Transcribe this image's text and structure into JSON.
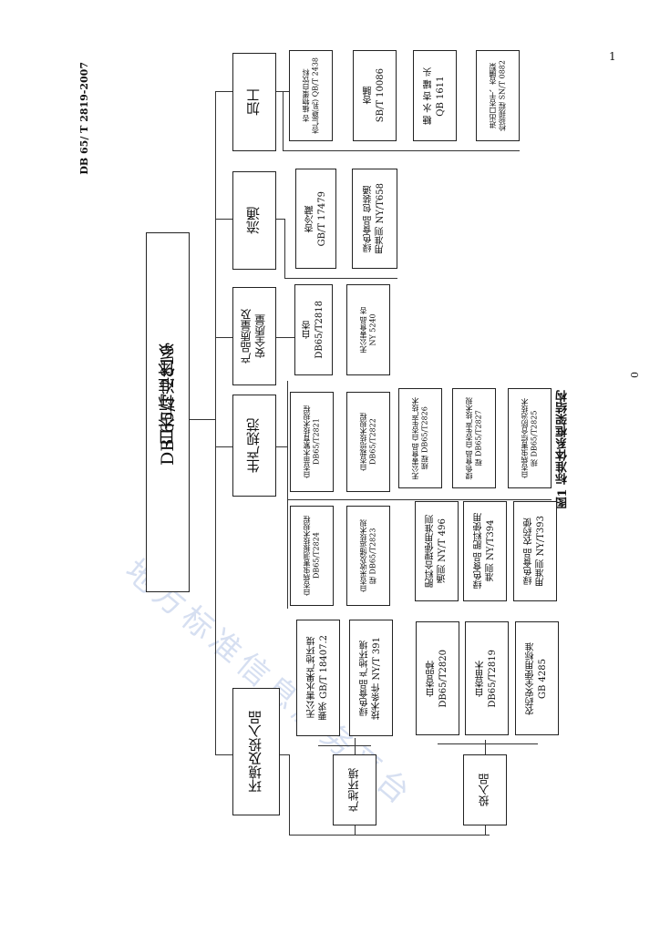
{
  "doc_code": "DB 65/ T 2819-2007",
  "page_mark": "1",
  "side_mark": "0",
  "watermark": "地方标准信息服务平台",
  "caption": "图1  标准体系框架结构",
  "root": {
    "title": "白杏标准体系",
    "code": "DB 65/T 2819"
  },
  "categories": {
    "processing": "加工",
    "circulation": "流通",
    "quality": "产品质量及\n安全质量",
    "production": "生产规范",
    "environment": "环境及投入品"
  },
  "processing_items": [
    "杏    植物蛋白饮料\n杏仁露(乳)  QB/T 2438",
    "杏脯\nSB/T 10086",
    "糖  水  杏  罐  头\nQB 1611",
    "进出口杏干、杏脯梨\n检验规程  SN/T 0882"
  ],
  "circulation_items": [
    "杏冷藏\nGB/T 17479",
    "绿色食品  包装通\n用准则  NY/T658"
  ],
  "quality_items": [
    "白杏\nDB65/T2818",
    "无公害食品  杏\nNY 5240"
  ],
  "production_row1": [
    "白杏苗木繁育技术规程\nDB65/T2821",
    "白杏栽培技术规程\nDB65/T2822",
    "无公害食品 白杏生产技术\n规程 DB65/T2826",
    "绿色食品 白杏生产技术规\n程 DB65/T2827",
    "白杏病虫害综合防治技术\n规 DB65/T2825"
  ],
  "production_row2": [
    "白杏病虫害测报技术规程\nDB65/T2824",
    "白杏采收及储运技术规\n程 DB65/T2823",
    "肥料合理使用准则\n通则    NY/T 496",
    "绿色食品 肥料使用\n准则    NY/T394",
    "绿色食品  农药使\n用准则    NY/T393"
  ],
  "environment_sub": {
    "origin": "产地环境",
    "inputs": "投入品"
  },
  "origin_items": [
    "无公害水果产地环境\n要求 GB/T 18407.2",
    "绿色食品  产地环境\n技术条件    NY/T 391"
  ],
  "input_items": [
    "白杏品种\nDB65/T2820",
    "白杏苗木\nDB65/T2819",
    "农药安全使用标准\nGB 4285"
  ]
}
